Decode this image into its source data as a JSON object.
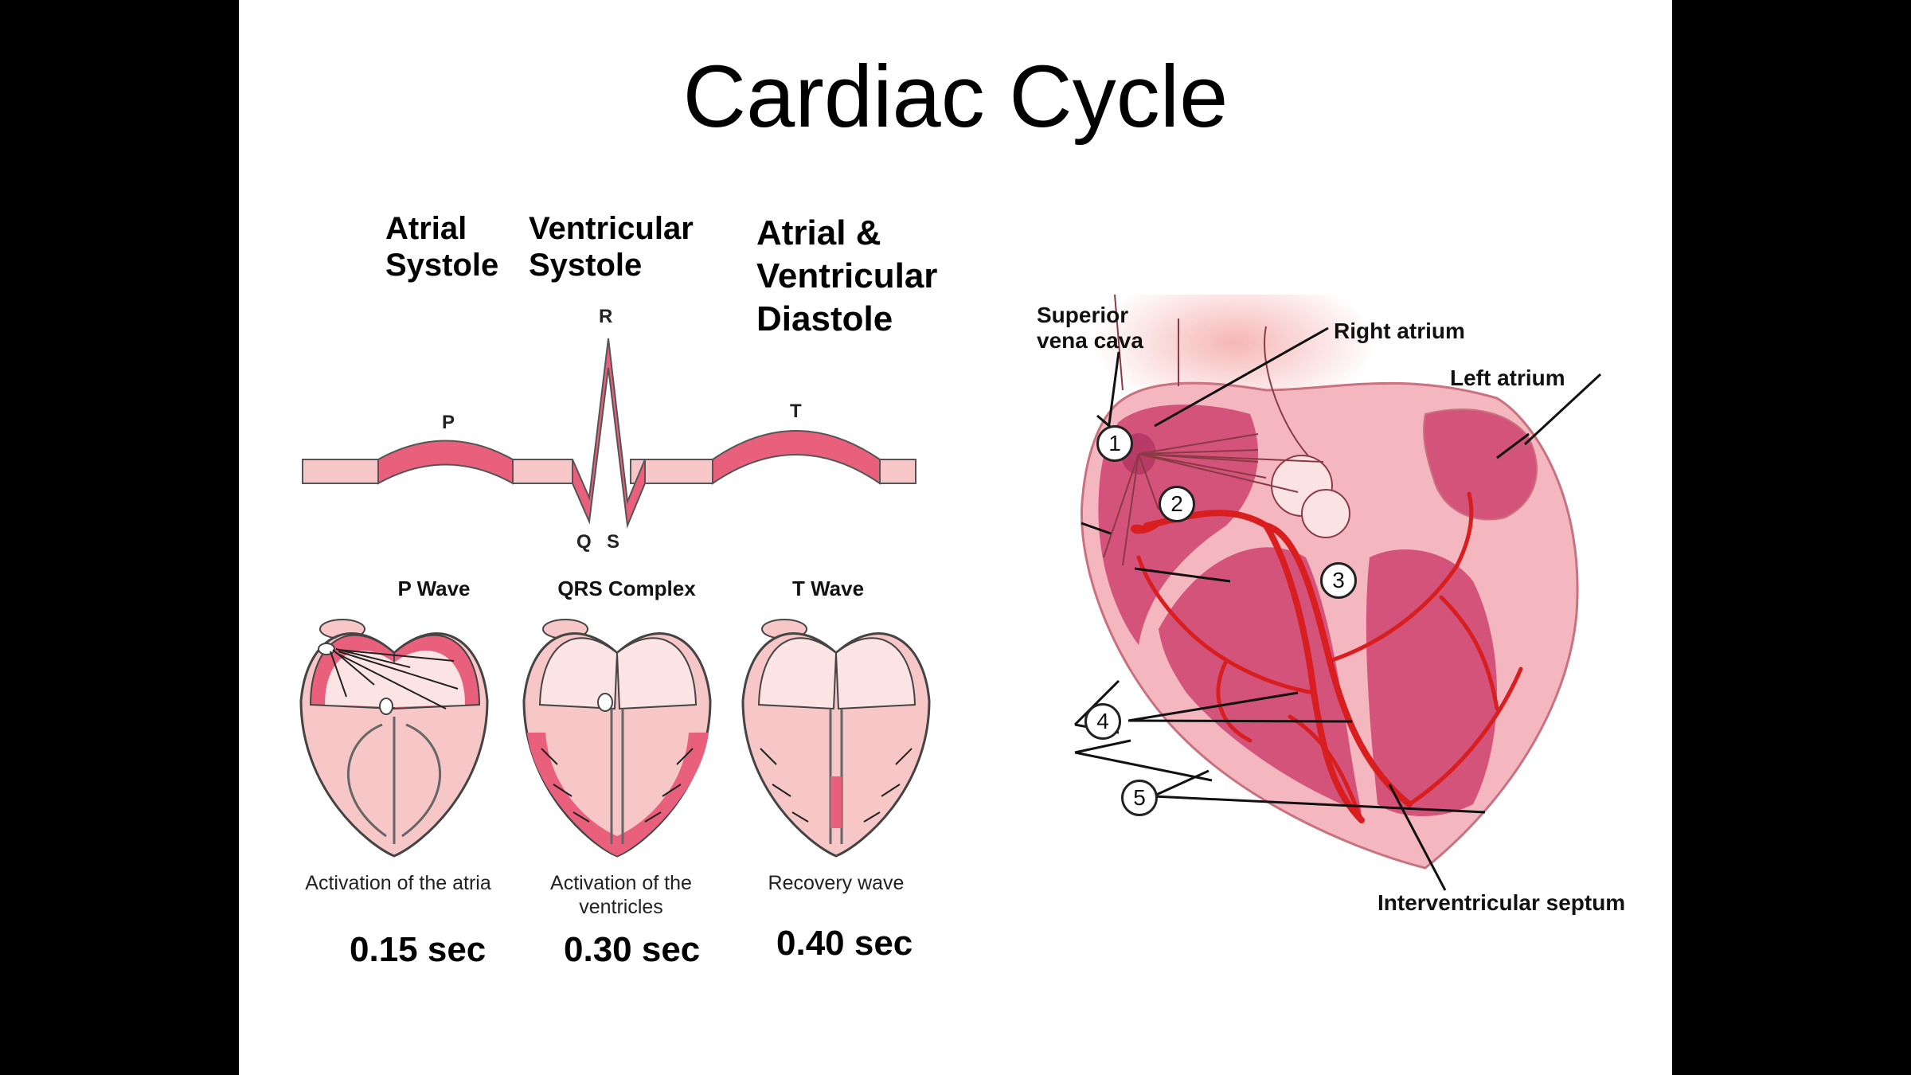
{
  "title": "Cardiac Cycle",
  "phases": {
    "atrial_systole": "Atrial\nSystole",
    "ventricular_systole": "Ventricular\nSystole",
    "diastole": "Atrial &\nVentricular\nDiastole"
  },
  "ecg_labels": {
    "p": "P",
    "q": "Q",
    "r": "R",
    "s": "S",
    "t": "T"
  },
  "waves": [
    {
      "name": "P Wave",
      "caption": "Activation of the atria",
      "duration": "0.15 sec"
    },
    {
      "name": "QRS Complex",
      "caption": "Activation of the\nventricles",
      "duration": "0.30 sec"
    },
    {
      "name": "T Wave",
      "caption": "Recovery wave",
      "duration": "0.40 sec"
    }
  ],
  "heart_labels": {
    "superior_vena_cava": "Superior\nvena cava",
    "right_atrium": "Right atrium",
    "left_atrium": "Left atrium",
    "interventricular_septum": "Interventricular septum"
  },
  "numbers": [
    "1",
    "2",
    "3",
    "4",
    "5"
  ],
  "colors": {
    "tissue_pink": "#f7c6c6",
    "chamber_magenta": "#d4537a",
    "conduction_red": "#d81e1e",
    "ecg_pink": "#e8607c"
  }
}
